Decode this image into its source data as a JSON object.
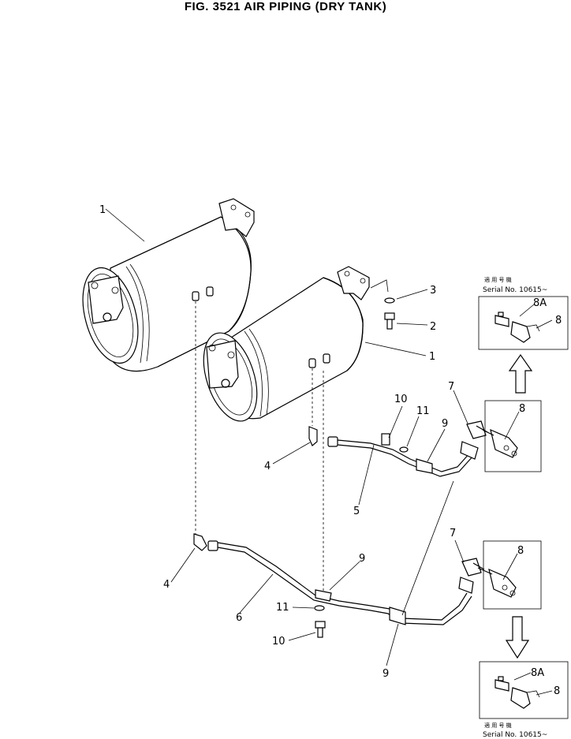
{
  "title": "FIG. 3521  AIR PIPING (DRY TANK)",
  "inset_top": {
    "kanji": "適 用 号 機",
    "serial": "Serial No. 10615~",
    "label_a": "8A",
    "label_b": "8"
  },
  "inset_bottom": {
    "kanji": "適 用 号 機",
    "serial": "Serial No. 10615~",
    "label_a": "8A",
    "label_b": "8"
  },
  "callouts": {
    "tank_left": "1",
    "tank_right": "1",
    "bolt": "2",
    "washer": "3",
    "elbow_upper": "4",
    "elbow_lower": "4",
    "tube_upper": "5",
    "tube_lower": "6",
    "elbow7_upper": "7",
    "elbow7_lower": "7",
    "valve_upper": "8",
    "valve_lower": "8",
    "clamp_upper": "9",
    "clamp_mid": "9",
    "clamp_lower": "9",
    "bolt10_upper": "10",
    "bolt10_lower": "10",
    "washer11_upper": "11",
    "washer11_lower": "11"
  }
}
